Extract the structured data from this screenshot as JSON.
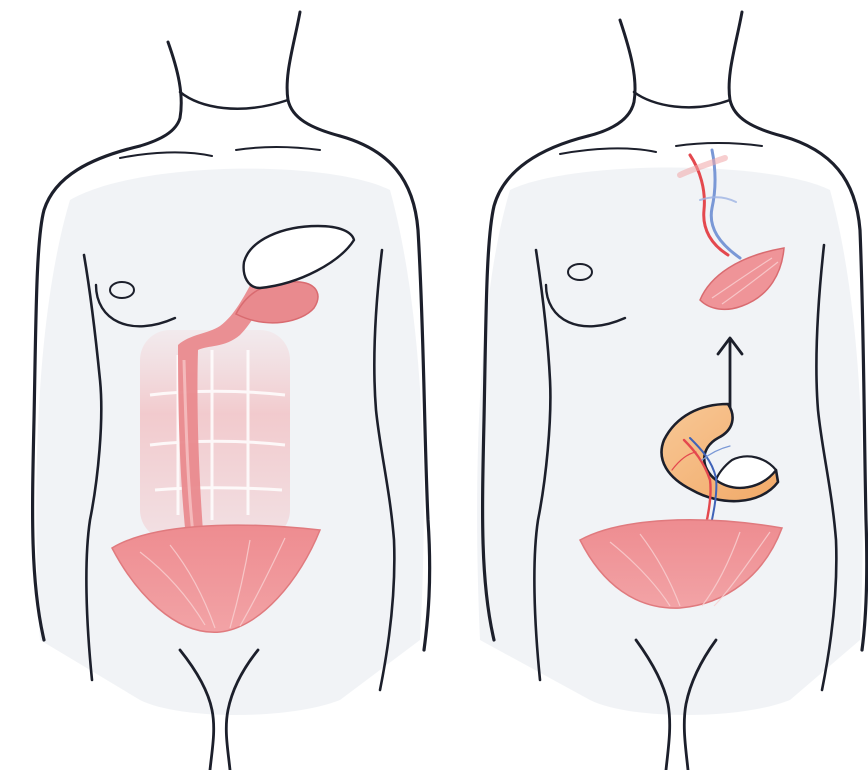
{
  "figure": {
    "panels": [
      {
        "id": "left",
        "subject": "torso-with-pedicled-abdominal-flap"
      },
      {
        "id": "right",
        "subject": "torso-with-free-abdominal-flap"
      }
    ],
    "colors": {
      "outline": "#1c1f2b",
      "skin_shadow": "#c9ced8",
      "muscle": "#ee8f92",
      "muscle_dark": "#d96b70",
      "muscle_light": "#f6c4c5",
      "flap_fat": "#f4b77c",
      "artery": "#e4484e",
      "vein": "#7a98d6"
    },
    "icons": [
      "arrow-up-icon"
    ]
  }
}
